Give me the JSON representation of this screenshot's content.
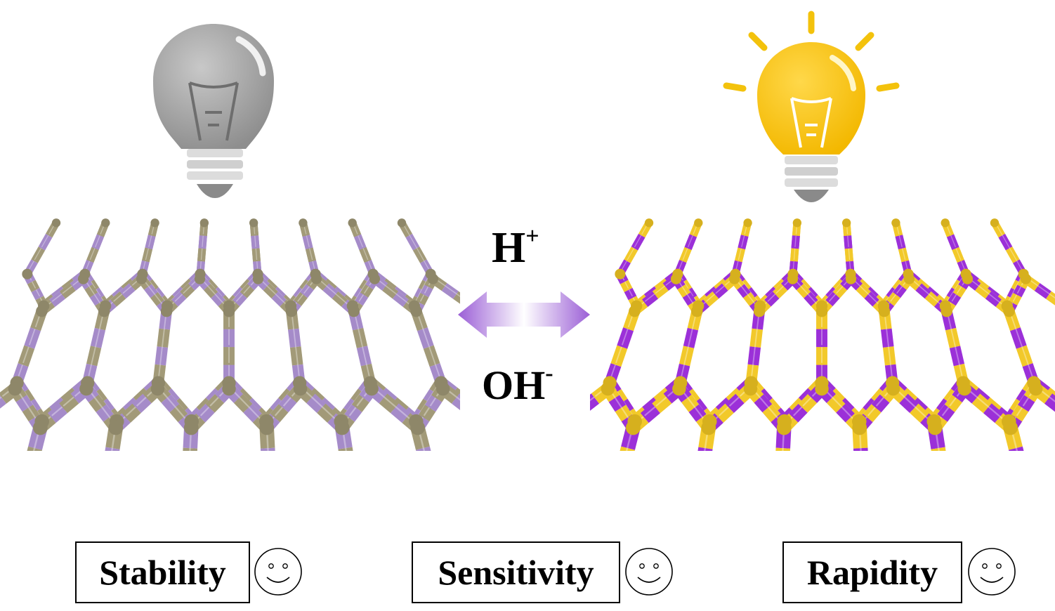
{
  "ions": {
    "proton_base": "H",
    "proton_sign": "+",
    "hydroxide_base": "OH",
    "hydroxide_sign": "-"
  },
  "properties": [
    {
      "label": "Stability",
      "face": "smiley-icon"
    },
    {
      "label": "Sensitivity",
      "face": "smiley-icon"
    },
    {
      "label": "Rapidity",
      "face": "smiley-icon"
    }
  ],
  "states": {
    "off": {
      "bulb": "light-bulb-off-icon",
      "bulb_color": "#a9a9a9",
      "node_color": "#8e8769",
      "band_colors": [
        "#a58bc9",
        "#a29a78"
      ]
    },
    "on": {
      "bulb": "light-bulb-on-icon",
      "bulb_color": "#f7c416",
      "node_color": "#d6b01e",
      "band_colors": [
        "#9b30d8",
        "#f2c92a"
      ]
    }
  },
  "arrow": {
    "color": "#9b5fd6"
  }
}
